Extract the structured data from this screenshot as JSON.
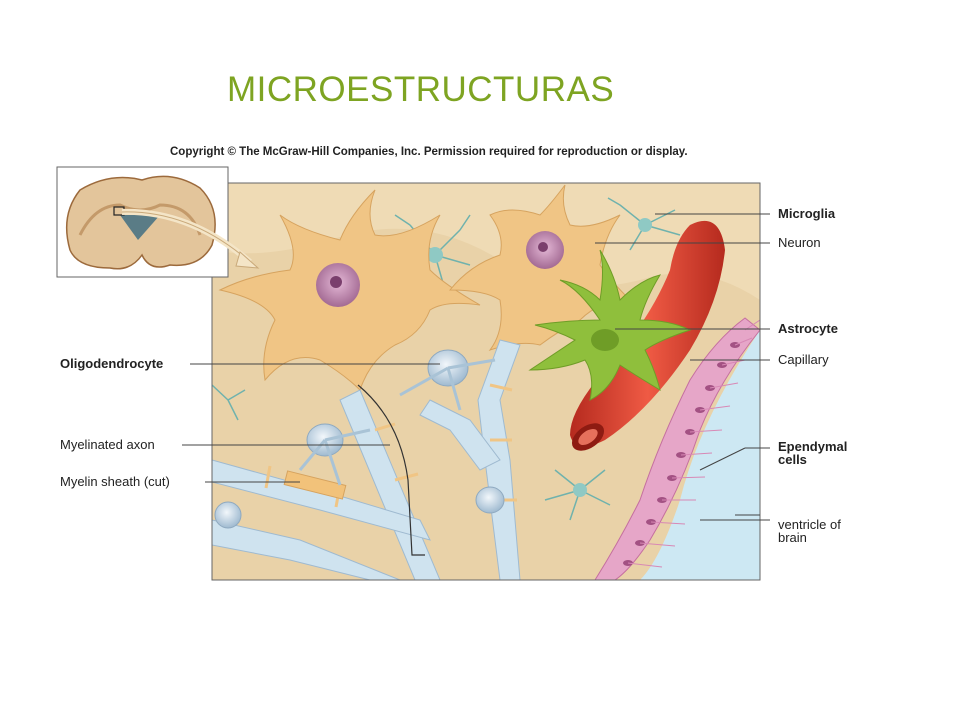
{
  "slide": {
    "title": "MICROESTRUCTURAS",
    "copyright": "Copyright © The McGraw-Hill Companies, Inc. Permission required for reproduction or display."
  },
  "labels": {
    "microglia": "Microglia",
    "neuron": "Neuron",
    "astrocyte": "Astrocyte",
    "capillary": "Capillary",
    "ependymal_line1": "Ependymal",
    "ependymal_line2": "cells",
    "ventricle_line1": "ventricle of",
    "ventricle_line2": "brain",
    "oligodendrocyte": "Oligodendrocyte",
    "myelinated_axon": "Myelinated axon",
    "myelin_sheath": "Myelin sheath (cut)"
  },
  "colors": {
    "title": "#7ea422",
    "background_tissue": "#e9d2a8",
    "neuron": "#f0c585",
    "astrocyte": "#8fbf3c",
    "capillary": "#d93a2a",
    "myelin": "#cfe3ef",
    "ependymal": "#e6a6c8",
    "ventricle": "#cde8f3",
    "microglia": "#8fc9c4"
  }
}
